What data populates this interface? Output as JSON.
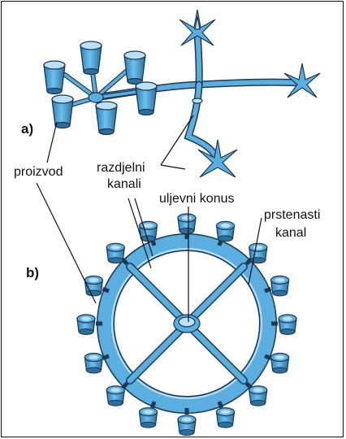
{
  "labels": {
    "part_a": "a)",
    "part_b": "b)",
    "proizvod": "proizvod",
    "razdjelni_kanali_line1": "razdjelni",
    "razdjelni_kanali_line2": "kanali",
    "uljevni_konus": "uljevni konus",
    "prstenasti_kanal_line1": "prstenasti",
    "prstenasti_kanal_line2": "kanal"
  },
  "colors": {
    "part_fill": "#5aaee0",
    "part_dark": "#2c6f9f",
    "part_light": "#b9e0f6",
    "outline": "#1d3850",
    "leader": "#111111"
  }
}
